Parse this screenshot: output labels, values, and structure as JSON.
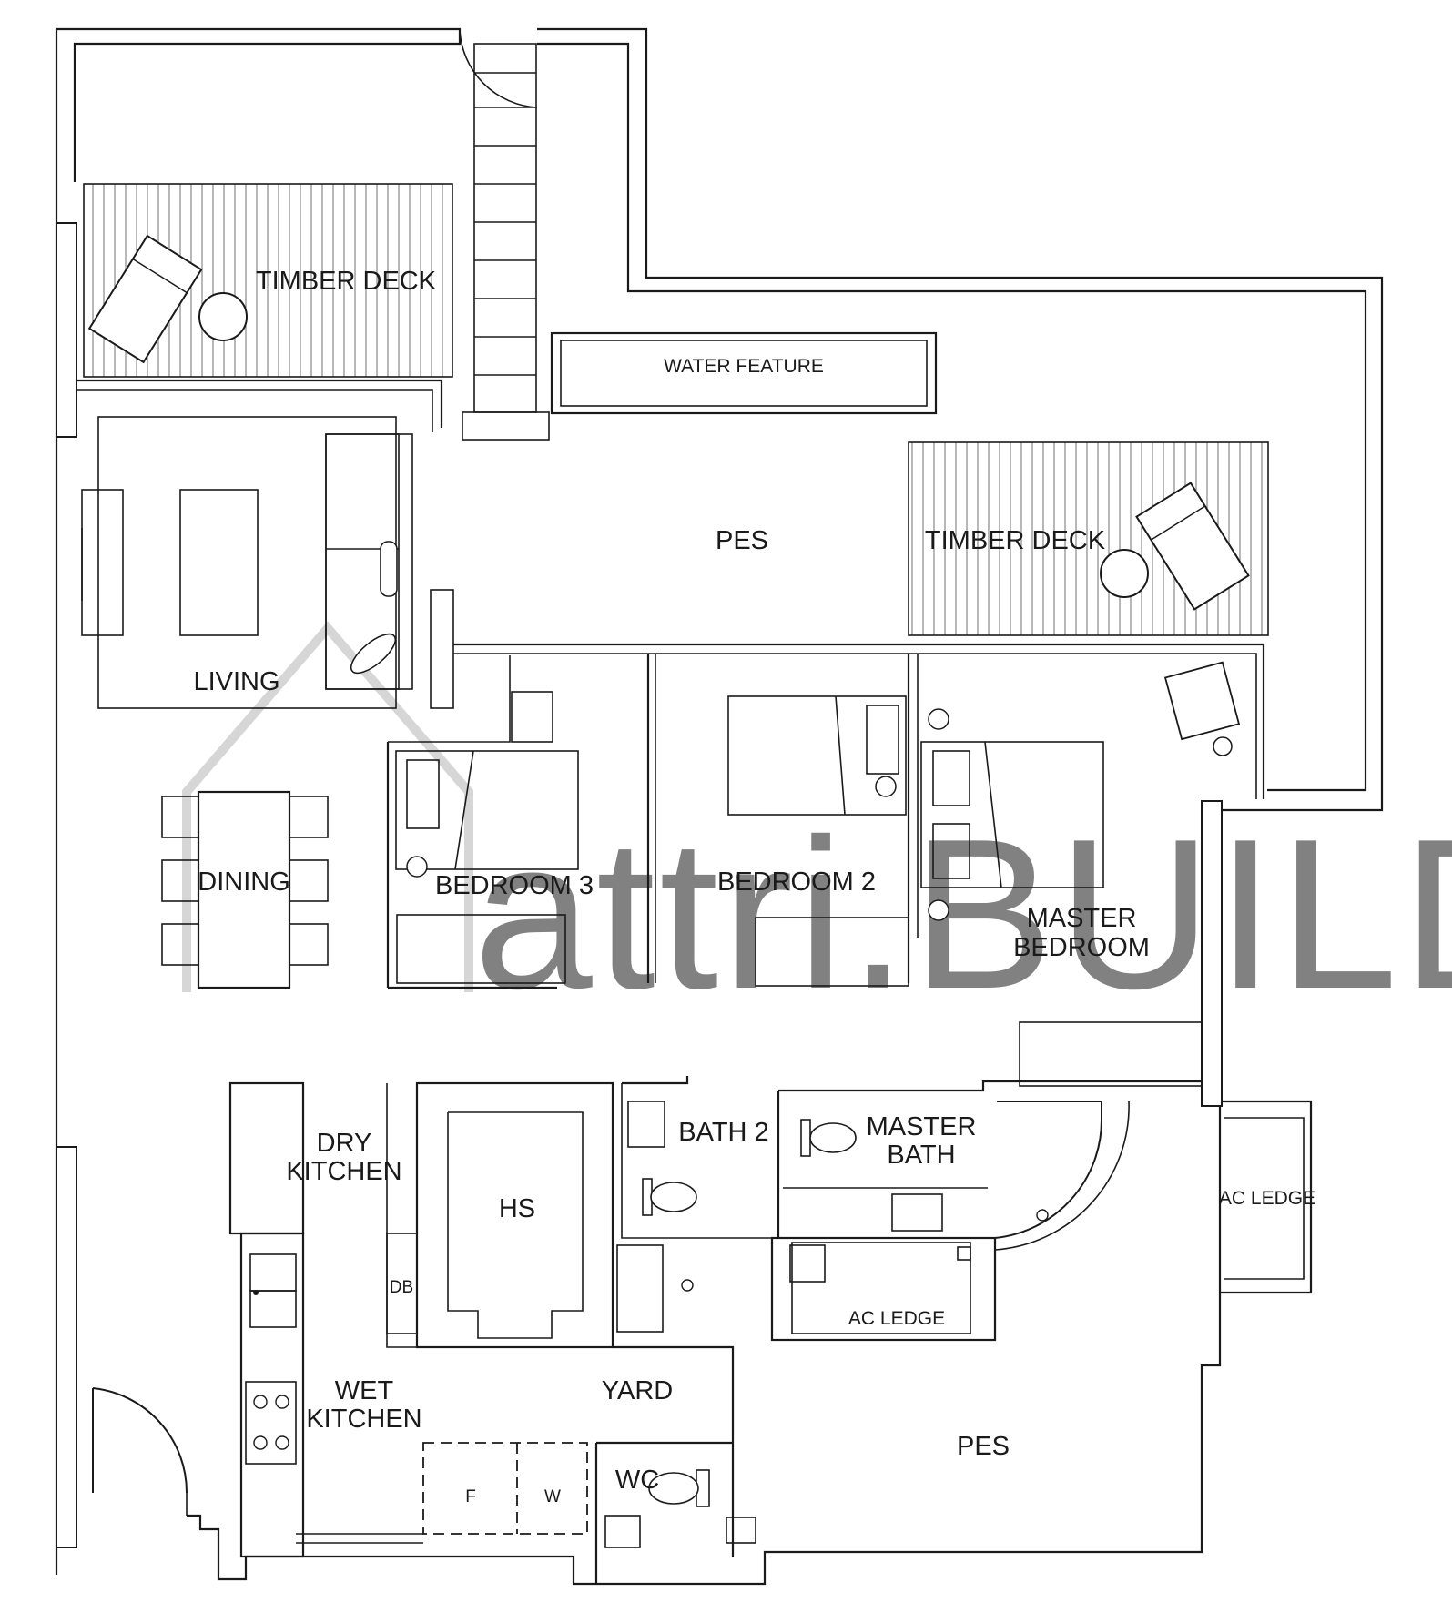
{
  "rooms": {
    "timber_deck_left": "TIMBER DECK",
    "water_feature": "WATER FEATURE",
    "pes_top": "PES",
    "timber_deck_right": "TIMBER DECK",
    "living": "LIVING",
    "dining": "DINING",
    "bedroom3": "BEDROOM 3",
    "bedroom2": "BEDROOM 2",
    "master_bedroom_line1": "MASTER",
    "master_bedroom_line2": "BEDROOM",
    "dry_kitchen_line1": "DRY",
    "dry_kitchen_line2": "KITCHEN",
    "hs": "HS",
    "db": "DB",
    "bath2": "BATH 2",
    "master_bath_line1": "MASTER",
    "master_bath_line2": "BATH",
    "ac_ledge_right": "AC LEDGE",
    "ac_ledge_center": "AC LEDGE",
    "wet_kitchen_line1": "WET",
    "wet_kitchen_line2": "KITCHEN",
    "yard": "YARD",
    "fridge": "F",
    "washer": "W",
    "wc": "WC",
    "pes_bottom": "PES"
  },
  "watermark": "attri.BUILD",
  "colors": {
    "wall": "#1a1a1a",
    "watermark": "#cfcfcf"
  },
  "icons": [
    "door-swing-icon",
    "bed-icon",
    "sofa-icon",
    "toilet-icon",
    "sink-icon",
    "lounge-chair-icon",
    "table-icon",
    "stove-icon"
  ]
}
